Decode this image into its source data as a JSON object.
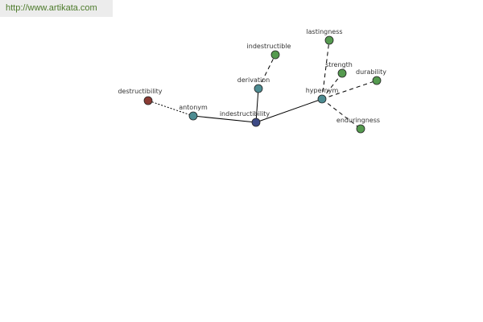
{
  "site": {
    "url_label": "http://www.artikata.com"
  },
  "diagram": {
    "colors": {
      "root": "#3d4a86",
      "relation": "#4d8c92",
      "leaf": "#559a4f",
      "antonym_leaf": "#8a3b34",
      "edge": "#000000"
    },
    "nodes": [
      {
        "id": "indestructibility",
        "label": "indestructibility",
        "kind": "root"
      },
      {
        "id": "antonym",
        "label": "antonym",
        "kind": "relation"
      },
      {
        "id": "destructibility",
        "label": "destructibility",
        "kind": "antonym_leaf"
      },
      {
        "id": "derivation",
        "label": "derivation",
        "kind": "relation"
      },
      {
        "id": "indestructible",
        "label": "indestructible",
        "kind": "leaf"
      },
      {
        "id": "hypernym",
        "label": "hypernym",
        "kind": "relation"
      },
      {
        "id": "lastingness",
        "label": "lastingness",
        "kind": "leaf"
      },
      {
        "id": "strength",
        "label": "strength",
        "kind": "leaf"
      },
      {
        "id": "durability",
        "label": "durability",
        "kind": "leaf"
      },
      {
        "id": "enduringness",
        "label": "enduringness",
        "kind": "leaf"
      }
    ],
    "edges": [
      {
        "from": "indestructibility",
        "to": "antonym",
        "style": "solid"
      },
      {
        "from": "indestructibility",
        "to": "derivation",
        "style": "solid"
      },
      {
        "from": "indestructibility",
        "to": "hypernym",
        "style": "solid"
      },
      {
        "from": "antonym",
        "to": "destructibility",
        "style": "dotted"
      },
      {
        "from": "derivation",
        "to": "indestructible",
        "style": "dashed"
      },
      {
        "from": "hypernym",
        "to": "lastingness",
        "style": "dashed"
      },
      {
        "from": "hypernym",
        "to": "strength",
        "style": "dashed"
      },
      {
        "from": "hypernym",
        "to": "durability",
        "style": "dashed"
      },
      {
        "from": "hypernym",
        "to": "enduringness",
        "style": "dashed"
      }
    ]
  }
}
